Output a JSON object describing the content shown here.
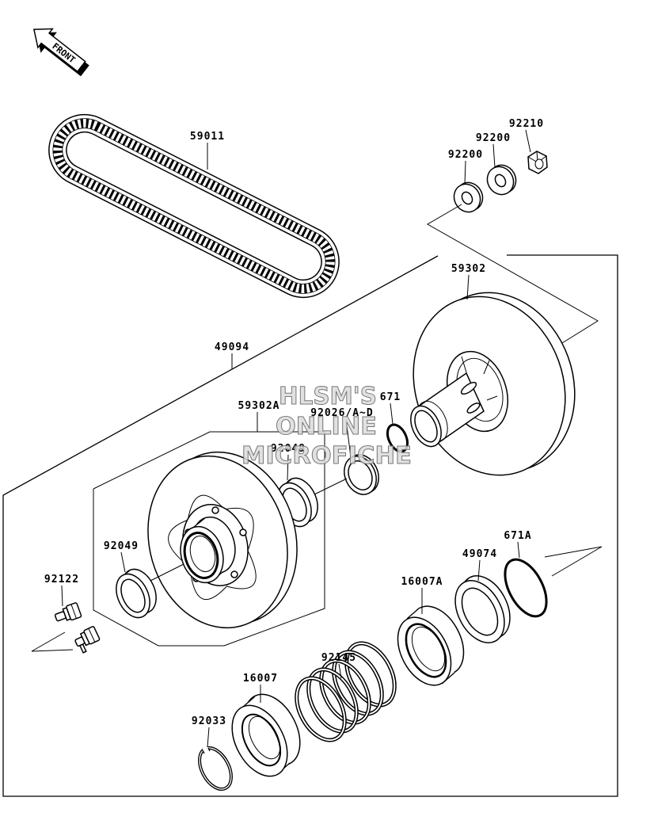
{
  "front_arrow": {
    "label": "FRONT"
  },
  "part_numbers": [
    "59011",
    "92210",
    "92200",
    "92200",
    "59302",
    "49094",
    "671",
    "92026/A~D",
    "59302A",
    "92049",
    "92049",
    "92122",
    "671A",
    "49074",
    "16007A",
    "92145",
    "16007",
    "92033"
  ],
  "watermark": {
    "line1": "HLSM'S",
    "line2": "ONLINE",
    "line3": "MICROFICHE"
  },
  "colors": {
    "line": "#000000",
    "watermark_fill": "#dcdcdc",
    "watermark_stroke": "#777777"
  }
}
